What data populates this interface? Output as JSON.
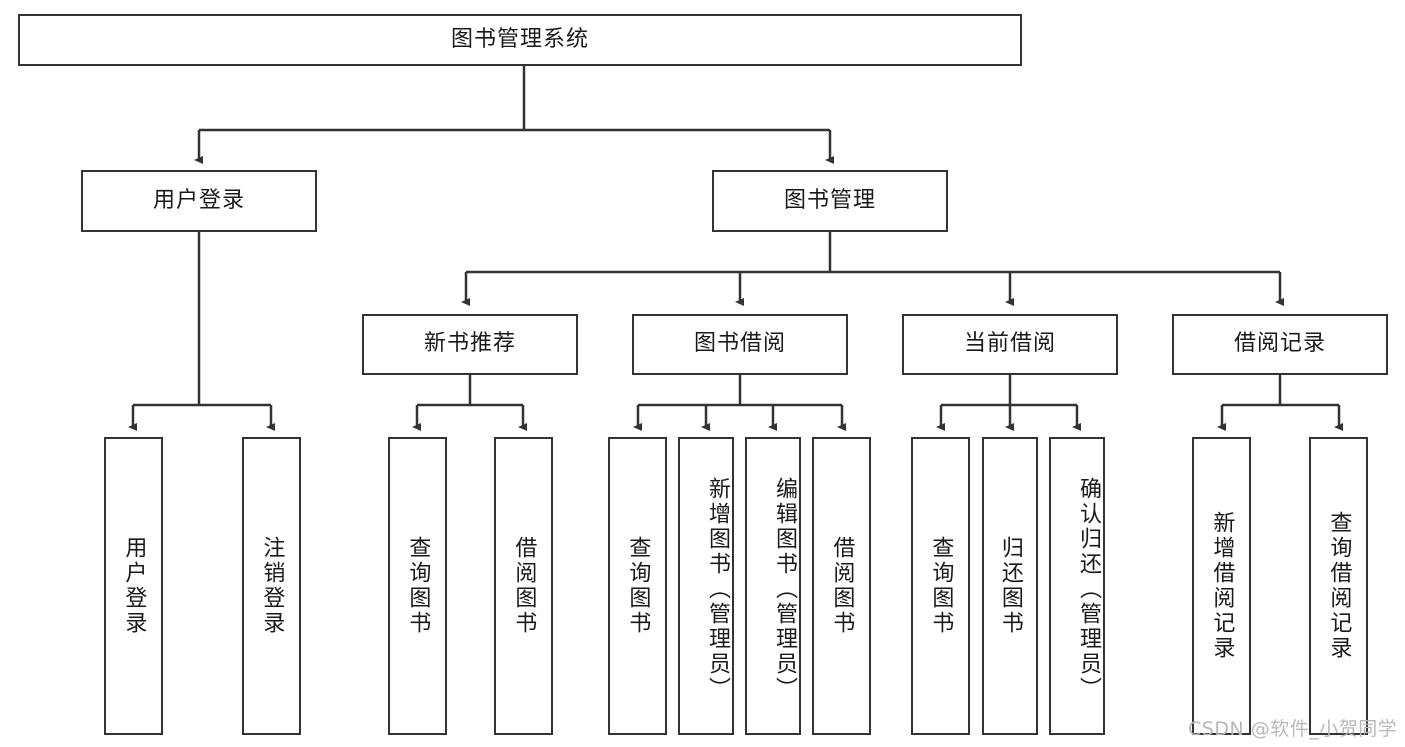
{
  "diagram": {
    "title": "图书管理系统",
    "type": "hierarchy-tree",
    "root": {
      "label": "图书管理系统"
    },
    "level2": [
      {
        "label": "用户登录"
      },
      {
        "label": "图书管理"
      }
    ],
    "level3": [
      {
        "label": "新书推荐"
      },
      {
        "label": "图书借阅"
      },
      {
        "label": "当前借阅"
      },
      {
        "label": "借阅记录"
      }
    ],
    "leaves": {
      "user_login": [
        {
          "label": "用户登录"
        },
        {
          "label": "注销登录"
        }
      ],
      "new_book_recommend": [
        {
          "label": "查询图书"
        },
        {
          "label": "借阅图书"
        }
      ],
      "book_borrow": [
        {
          "label": "查询图书"
        },
        {
          "label": "新增图书（管理员）"
        },
        {
          "label": "编辑图书（管理员）"
        },
        {
          "label": "借阅图书"
        }
      ],
      "current_borrow": [
        {
          "label": "查询图书"
        },
        {
          "label": "归还图书"
        },
        {
          "label": "确认归还（管理员）"
        }
      ],
      "borrow_records": [
        {
          "label": "新增借阅记录"
        },
        {
          "label": "查询借阅记录"
        }
      ]
    }
  },
  "watermark": {
    "text": "CSDN @软件_小贺同学"
  },
  "colors": {
    "border": "#333333",
    "text": "#1a1a1a",
    "background": "#ffffff",
    "watermark": "#b8b8b8"
  }
}
